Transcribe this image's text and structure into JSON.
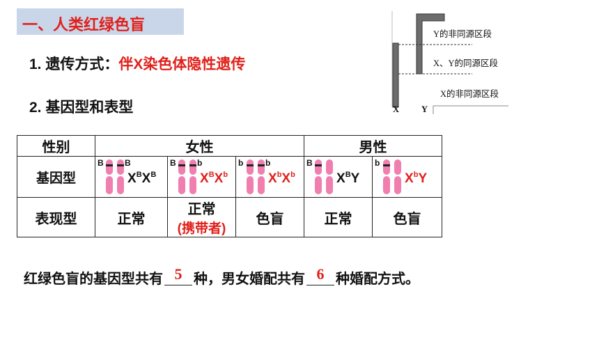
{
  "title": "一、人类红绿色盲",
  "item1": {
    "prefix": "1. 遗传方式：",
    "answer": "伴X染色体隐性遗传"
  },
  "item2": {
    "text": "2. 基因型和表型"
  },
  "diagram": {
    "label_y_nonhomologous": "Y的非同源区段",
    "label_xy_homologous": "X、Y的同源区段",
    "label_x_nonhomologous": "X的非同源区段",
    "label_x": "X",
    "label_y": "Y"
  },
  "table": {
    "header": {
      "sex": "性别",
      "female": "女性",
      "male": "男性"
    },
    "row_genotype": {
      "label": "基因型",
      "cells": [
        {
          "alleles": [
            "B",
            "B"
          ],
          "gene": "X",
          "sup1": "B",
          "gene2": "X",
          "sup2": "B",
          "red": false
        },
        {
          "alleles": [
            "B",
            "b"
          ],
          "gene": "X",
          "sup1": "B",
          "gene2": "X",
          "sup2": "b",
          "red": true
        },
        {
          "alleles": [
            "b",
            "b"
          ],
          "gene": "X",
          "sup1": "b",
          "gene2": "X",
          "sup2": "b",
          "red": true
        },
        {
          "alleles": [
            "B"
          ],
          "gene": "X",
          "sup1": "B",
          "gene2": "Y",
          "sup2": "",
          "red": false
        },
        {
          "alleles": [
            "b"
          ],
          "gene": "X",
          "sup1": "b",
          "gene2": "Y",
          "sup2": "",
          "red": true
        }
      ]
    },
    "row_phenotype": {
      "label": "表现型",
      "cells": [
        "正常",
        "正常",
        "色盲",
        "正常",
        "色盲"
      ],
      "carrier_note": "(携带者)"
    }
  },
  "summary": {
    "part1": "红绿色盲的基因型共有",
    "answer1": "5",
    "part2": "种，男女婚配共有",
    "answer2": "6",
    "part3": "种婚配方式。"
  },
  "colors": {
    "accent_red": "#e0201a",
    "title_bg": "#c9d6ea",
    "chromosome_pink": "#f07fb0"
  }
}
